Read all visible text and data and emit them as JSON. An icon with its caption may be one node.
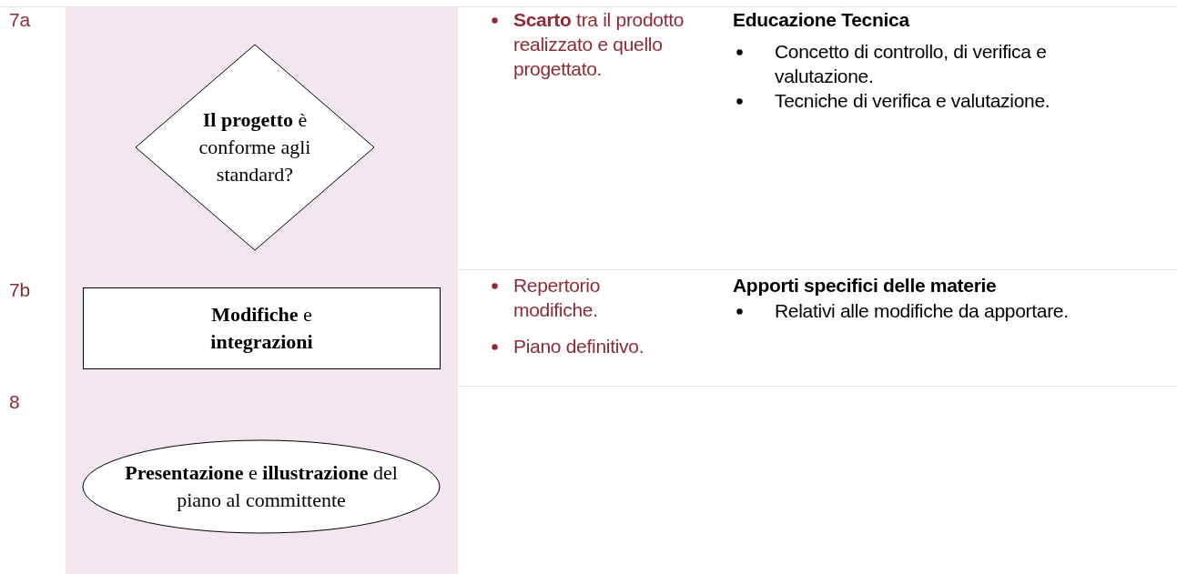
{
  "diagram": {
    "nodes": [
      {
        "text": [
          "**Il progetto** è conforme agli standard?"
        ]
      },
      {
        "text": [
          "**Modifiche** e **integrazioni**"
        ]
      },
      {
        "text": [
          "**Presentazione** e **illustrazione** del piano al committente"
        ]
      }
    ],
    "labels": [
      "7a",
      "**Scarto** tra il prodotto realizzato e quello progettato.",
      "Educazione Tecnica",
      "Concetto di controllo, di verifica e valutazione.",
      "Tecniche di verifica e valutazione.",
      "7b",
      "Repertorio modifiche.",
      "Piano definitivo.",
      "Apporti specifici delle materie",
      "Relativi alle modifiche da apportare.",
      "8"
    ]
  }
}
